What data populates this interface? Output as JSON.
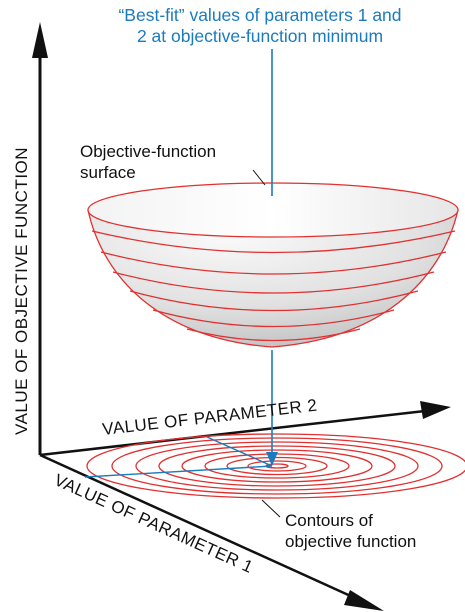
{
  "best_fit_caption_line1": "“Best-fit” values of parameters 1 and",
  "best_fit_caption_line2": "2 at objective-function minimum",
  "surface_label_line1": "Objective-function",
  "surface_label_line2": "surface",
  "contours_label_line1": "Contours of",
  "contours_label_line2": "objective function",
  "axis_vertical": "VALUE OF OBJECTIVE FUNCTION",
  "axis_parameter_2": "VALUE OF PARAMETER 2",
  "axis_parameter_1": "VALUE OF PARAMETER 1",
  "colors": {
    "accent_blue": "#1a7bbf",
    "contour_red": "#e03030",
    "axis_black": "#111111",
    "surface_gray": "#dcdcdc"
  }
}
